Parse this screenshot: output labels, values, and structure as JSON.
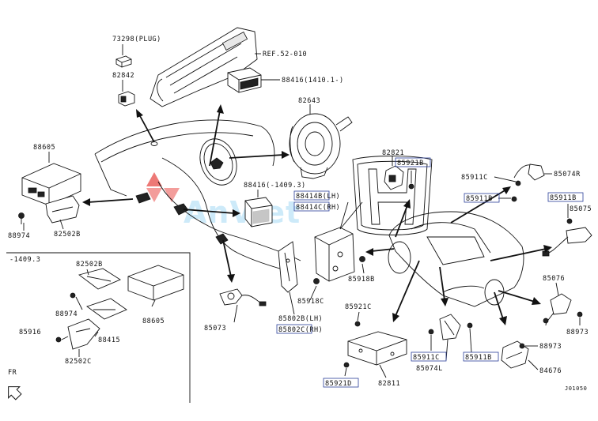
{
  "diagram": {
    "parts": {
      "p73298": "73298(PLUG)",
      "p82842": "82842",
      "ref52010": "REF.52-010",
      "p88416a": "88416(1410.1-)",
      "p82643": "82643",
      "p88605a": "88605",
      "p88974a": "88974",
      "p82502b_a": "82502B",
      "p88416b": "88416(-1409.3)",
      "p82821": "82821",
      "p85921b": "85921B",
      "p88414b": "88414B(LH)",
      "p88414c": "88414C(RH)",
      "p85911c_a": "85911C",
      "p85074r": "85074R",
      "p85911b_a": "85911B",
      "p85911b_b": "85911B",
      "p85075": "85075",
      "p85918b": "85918B",
      "p85918c": "85918C",
      "p85802b": "85802B(LH)",
      "p85802c": "85802C(RH)",
      "p85076": "85076",
      "p88973a": "88973",
      "p85073": "85073",
      "p85921c": "85921C",
      "p85921d": "85921D",
      "p82811": "82811",
      "p85911c_b": "85911C",
      "p85074l": "85074L",
      "p85911b_c": "85911B",
      "p88973b": "88973",
      "p84676": "84676",
      "inset": "-1409.3",
      "p82502b_b": "82502B",
      "p88974b": "88974",
      "p88605b": "88605",
      "p85916": "85916",
      "p88415": "88415",
      "p82502c": "82502C"
    },
    "fr": "FR",
    "code": "J01050",
    "watermark": "AnViet"
  }
}
